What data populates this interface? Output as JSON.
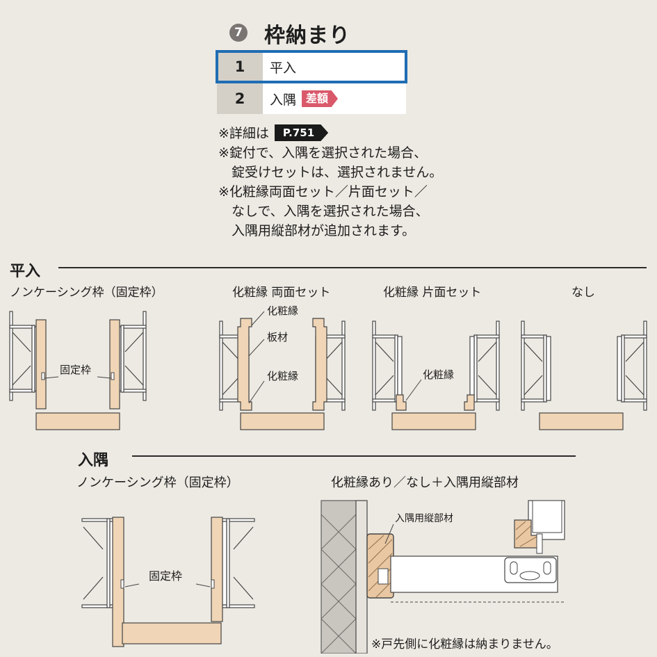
{
  "header": {
    "number": "7",
    "title": "枠納まり"
  },
  "options": [
    {
      "num": "1",
      "label": "平入",
      "badge": "",
      "selected": true
    },
    {
      "num": "2",
      "label": "入隅",
      "badge": "差額",
      "selected": false
    }
  ],
  "notes": {
    "line1_prefix": "※詳細は",
    "page_ref": "P.751",
    "line2": "※錠付で、入隅を選択された場合、",
    "line3": "　錠受けセットは、選択されません。",
    "line4": "※化粧縁両面セット／片面セット／",
    "line5": "　なしで、入隅を選択された場合、",
    "line6": "　入隅用縦部材が追加されます。"
  },
  "section_hirairi": {
    "heading": "平入",
    "sub1": "ノンケーシング枠（固定枠）",
    "sub2": "化粧縁 両面セット",
    "sub3": "化粧縁 片面セット",
    "sub4": "なし",
    "callout_kotei": "固定枠",
    "callout_keshoubuchi_top": "化粧縁",
    "callout_itazai": "板材",
    "callout_keshoubuchi_bottom": "化粧縁",
    "callout_keshoubuchi_single": "化粧縁"
  },
  "section_irisumi": {
    "heading": "入隅",
    "sub1": "ノンケーシング枠（固定枠）",
    "sub2": "化粧縁あり／なし＋入隅用縦部材",
    "callout_kotei": "固定枠",
    "callout_tatebuzai": "入隅用縦部材",
    "footnote": "※戸先側に化粧縁は納まりません。"
  },
  "colors": {
    "wood": "#f0d5b6",
    "wood_stroke": "#4a4a4a",
    "select_blue": "#1f6db3",
    "diff_badge": "#d9596a",
    "wall_hatch": "#c9c6c0"
  }
}
